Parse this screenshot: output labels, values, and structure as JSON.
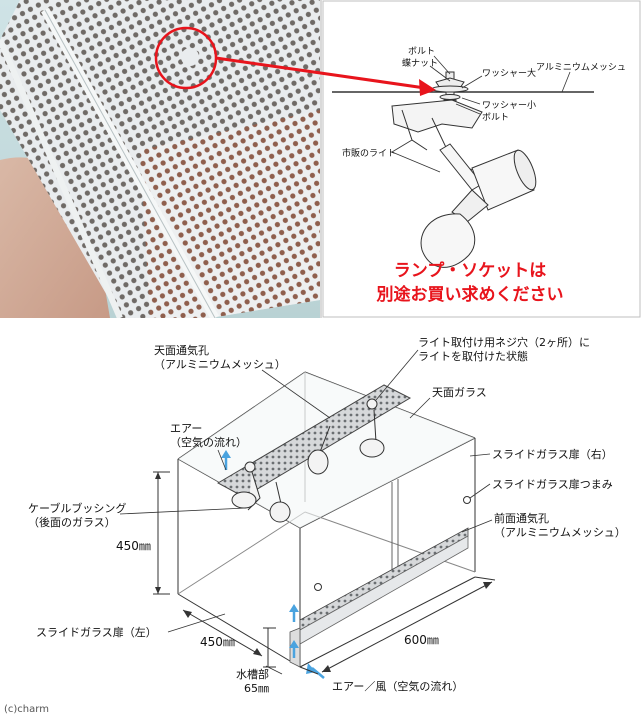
{
  "detail": {
    "labels": {
      "bolt_top": "ボルト",
      "wing_nut": "蝶ナット",
      "washer_large": "ワッシャー大",
      "aluminum_mesh": "アルミニウムメッシュ",
      "washer_small": "ワッシャー小",
      "bolt_bottom": "ボルト",
      "commercial_light": "市販のライト"
    },
    "notice_line1": "ランプ・ソケットは",
    "notice_line2": "別途お買い求めください"
  },
  "main": {
    "top_vent_line1": "天面通気孔",
    "top_vent_line2": "（アルミニウムメッシュ）",
    "light_screw_line1": "ライト取付け用ネジ穴（2ヶ所）に",
    "light_screw_line2": "ライトを取付けた状態",
    "top_glass": "天面ガラス",
    "air_line1": "エアー",
    "air_line2": "（空気の流れ）",
    "slide_right": "スライドガラス扉（右）",
    "slide_knob": "スライドガラス扉つまみ",
    "cable_line1": "ケーブルブッシング",
    "cable_line2": "（後面のガラス）",
    "front_vent_line1": "前面通気孔",
    "front_vent_line2": "（アルミニウムメッシュ）",
    "height_dim": "450㎜",
    "slide_left": "スライドガラス扉（左）",
    "depth_dim": "450㎜",
    "width_dim": "600㎜",
    "water_line1": "水槽部",
    "water_line2": "65㎜",
    "air_wind": "エアー／風（空気の流れ）"
  },
  "credit": "(c)charm",
  "colors": {
    "arrow_red": "#e8141c",
    "airflow_blue": "#4aa3df",
    "mesh_gray": "#d6d8da"
  }
}
